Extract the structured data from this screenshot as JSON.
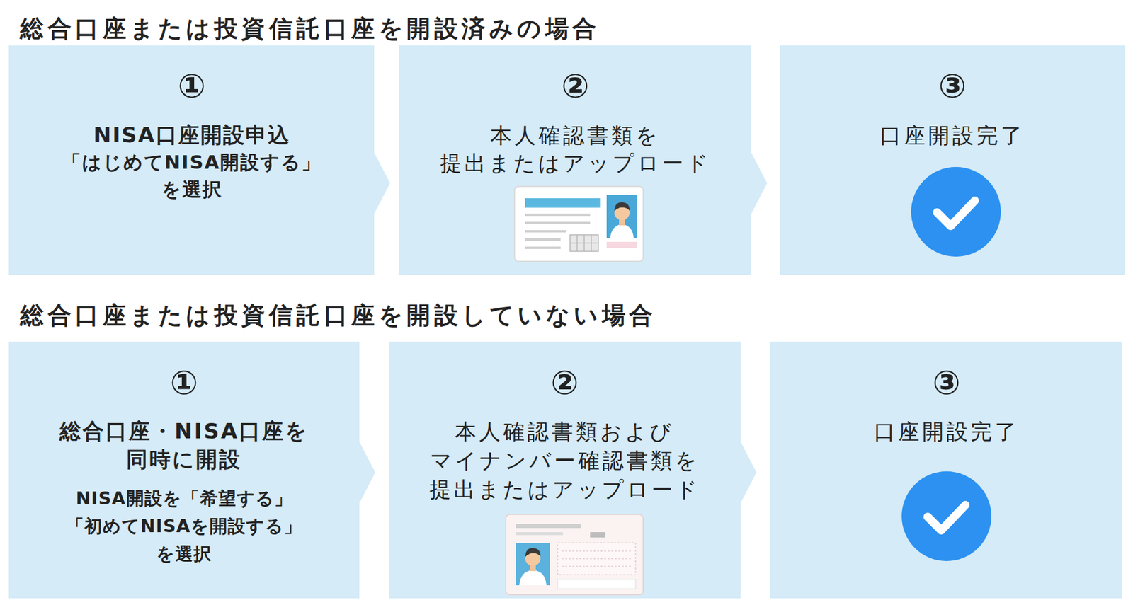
{
  "diagram": {
    "title": "総合口座または投資信託口座を開設済みの場合",
    "nodes": [
      {
        "text": [
          "①",
          "NISA口座開設申込",
          "「はじめてNISA開設する」 を選択"
        ]
      },
      {
        "text": [
          "②",
          "本人確認書類を 提出またはアップロード"
        ]
      },
      {
        "text": [
          "③",
          "口座開設完了"
        ]
      },
      {
        "text": [
          "①",
          "総合口座・NISA口座を 同時に開設",
          "NISA開設を「希望する」 「初めてNISAを開設する」 を選択"
        ]
      },
      {
        "text": [
          "②",
          "本人確認書類および マイナンバー確認書類を 提出またはアップロード"
        ]
      },
      {
        "text": [
          "③",
          "口座開設完了"
        ]
      }
    ],
    "edges": [
      {
        "from": 0,
        "to": 1,
        "arrow": "to"
      },
      {
        "from": 1,
        "to": 2,
        "arrow": "to"
      },
      {
        "from": 3,
        "to": 4,
        "arrow": "to"
      },
      {
        "from": 4,
        "to": 5,
        "arrow": "to"
      }
    ],
    "labels": [
      "総合口座または投資信託口座を開設していない場合"
    ]
  }
}
